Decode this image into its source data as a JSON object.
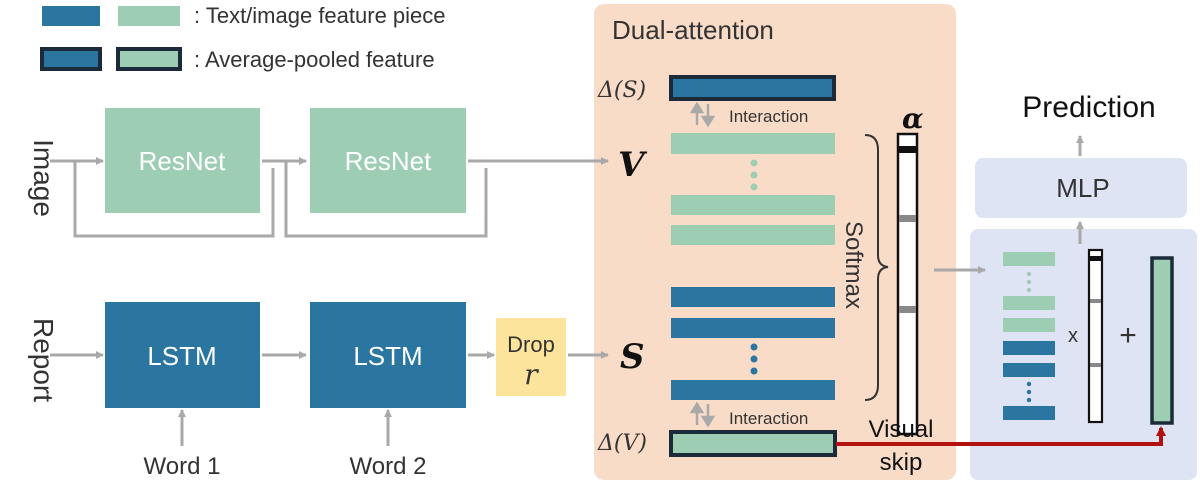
{
  "legend": {
    "piece_label": ": Text/image feature piece",
    "pooled_label": ": Average-pooled feature"
  },
  "image_branch": {
    "side_label": "Image",
    "block1": "ResNet",
    "block2": "ResNet"
  },
  "report_branch": {
    "side_label": "Report",
    "block1": "LSTM",
    "block2": "LSTM",
    "word1": "Word 1",
    "word2": "Word 2",
    "drop_label": "Drop",
    "drop_var": "r"
  },
  "dual_attention": {
    "title": "Dual-attention",
    "delta_s": "Δ(S)",
    "delta_v": "Δ(V)",
    "interaction_top": "Interaction",
    "interaction_bottom": "Interaction",
    "v_symbol": "V",
    "s_symbol": "S",
    "softmax": "Softmax",
    "alpha": "α"
  },
  "prediction": {
    "title": "Prediction",
    "mlp": "MLP",
    "times": "x",
    "plus": "+",
    "visual_skip_line1": "Visual",
    "visual_skip_line2": "skip"
  },
  "colors": {
    "text_green": "#9dcdb3",
    "text_blue": "#2a76a1",
    "dark_border": "#1c2b3a",
    "attention_bg": "#f8dcc8",
    "prediction_bg": "#dfe4f4",
    "dropout_yellow": "#fde49c",
    "skip_red": "#b31010",
    "arrow_gray": "#a9a9a9"
  }
}
